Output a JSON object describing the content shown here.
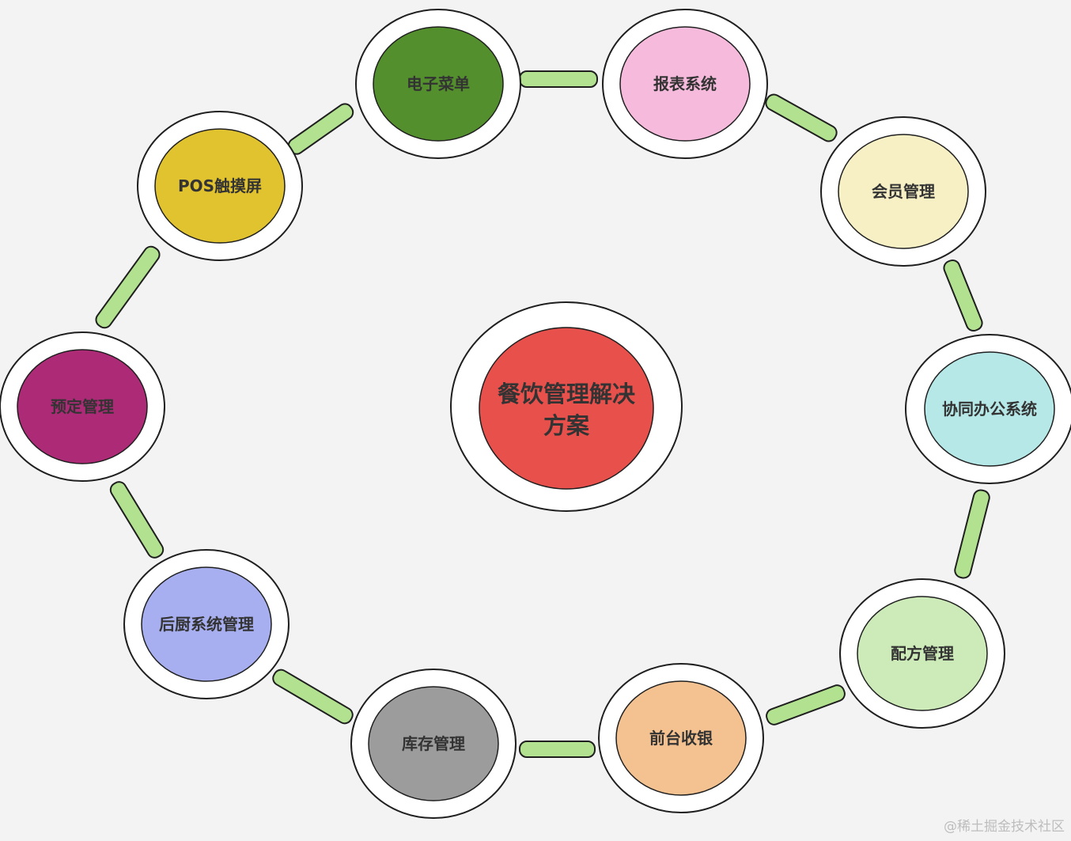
{
  "diagram": {
    "center": {
      "label_lines": [
        "餐饮管理解决",
        "方案"
      ],
      "color": "#e8504c"
    },
    "nodes": [
      {
        "id": "electronic-menu",
        "label": "电子菜单",
        "color": "#548f2d"
      },
      {
        "id": "report-system",
        "label": "报表系统",
        "color": "#f6bbdc"
      },
      {
        "id": "member-management",
        "label": "会员管理",
        "color": "#f6f0c4"
      },
      {
        "id": "collaborative-office",
        "label": "协同办公系统",
        "color": "#b6e8e8"
      },
      {
        "id": "recipe-management",
        "label": "配方管理",
        "color": "#cdebb8"
      },
      {
        "id": "front-desk-cashier",
        "label": "前台收银",
        "color": "#f4c290"
      },
      {
        "id": "inventory-management",
        "label": "库存管理",
        "color": "#9c9c9c"
      },
      {
        "id": "kitchen-system",
        "label": "后厨系统管理",
        "color": "#a7aff0"
      },
      {
        "id": "reservation-management",
        "label": "预定管理",
        "color": "#ad2a76"
      },
      {
        "id": "pos-touchscreen",
        "label": "POS触摸屏",
        "color": "#e1c22f"
      }
    ],
    "connector_color": "#b2e290"
  },
  "watermark": "@稀土掘金技术社区"
}
